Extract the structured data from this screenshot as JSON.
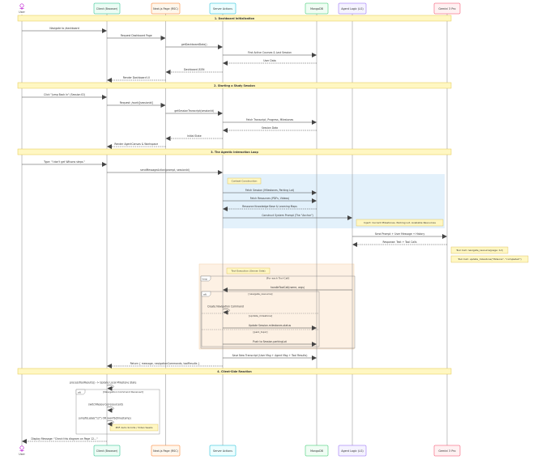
{
  "user_label": "User",
  "participants": [
    {
      "label": "Client (Browser)",
      "fill": "#ecfdf5",
      "stroke": "#10b981"
    },
    {
      "label": "Next.js Page (RSC)",
      "fill": "#fff7ed",
      "stroke": "#f97316"
    },
    {
      "label": "Server Actions",
      "fill": "#ecfeff",
      "stroke": "#06b6d4"
    },
    {
      "label": "MongoDB",
      "fill": "#f0fdf4",
      "stroke": "#22c55e"
    },
    {
      "label": "Agent Logic (LG)",
      "fill": "#f5f3ff",
      "stroke": "#8b5cf6"
    },
    {
      "label": "Gemini 3 Pro",
      "fill": "#fff1f2",
      "stroke": "#f43f5e"
    }
  ],
  "sections": [
    "1. Dashboard Initialization",
    "2. Starting a Study Session",
    "3. The Agentic Interaction Loop",
    "4. Client-Side Reaction"
  ],
  "messages": [
    "Navigate to /dashboard",
    "Request Dashboard Page",
    "getDashboardData()",
    "Find Active Courses & Last Session",
    "User Data",
    "Dashboard JSON",
    "Render Dashboard UI",
    "Click \"Jump Back In\" (Session ID)",
    "Request: /work/[sessionId]",
    "getSessionTranscript(sessionId)",
    "Fetch Transcript, Progress, Milestones",
    "Session Data",
    "Initial State",
    "Render AgentCanvas & Workspace",
    "Type: \"I don't get Wilsons steps.\"",
    "sendMessageAction(prompt, sessionId)",
    "Fetch Session (Milestones, Parking Lot)",
    "Fetch Resources (PDFs, Videos)",
    "Resource Knowledge Base & Learning Maps",
    "Construct System Prompt (The \"Anchor\")",
    "Send Prompt + User Message + History",
    "Response: Text + Tool Calls",
    "handleToolCall(name, args)",
    "Create Navigation Command",
    "Update Session.milestones.status",
    "Push to Session.parkingLot",
    "Save New Transcript (User Msg + Agent Msg + Tool Results)",
    "Return { message, navigationCommands, toolResults }",
    "processToolResults() -> Update Local Milestone State",
    "switchResource(resourceId)",
    "jumpToLabel(\"12\") OR seekTo(timestamp)",
    "Display Message: \"Check this diagram on Page 12...\""
  ],
  "notes": [
    "Context Construction",
    "Inject: Current Milestones, Parking Lot, Available Resources",
    "Tool Call: navigate_resource(page: 12)",
    "Tool Call: update_milestone(\"Wilsons\", \"completed\")",
    "Tool Execution (Server Side)",
    "PDF Auto-Scrolls / Video Seeks"
  ],
  "fragments": {
    "loop_keyword": "loop",
    "loop_condition": "[For each Tool Call]",
    "alt_keyword": "alt",
    "alt_conditions": [
      "[navigate_resource]",
      "[update_milestone]",
      "[park_topic]"
    ],
    "client_alt_condition": "[Navigation Command Received]"
  },
  "colors": {
    "section_fill": "#fff7c2",
    "section_stroke": "#e6c84a",
    "note_fill": "#fff7c2",
    "note_stroke": "#d8b84a",
    "context_rect": "#e3f1fb",
    "tool_rect": "#fdf1e4",
    "line": "#555555",
    "lifeline": "#888888",
    "user_icon": "#c026d3"
  }
}
